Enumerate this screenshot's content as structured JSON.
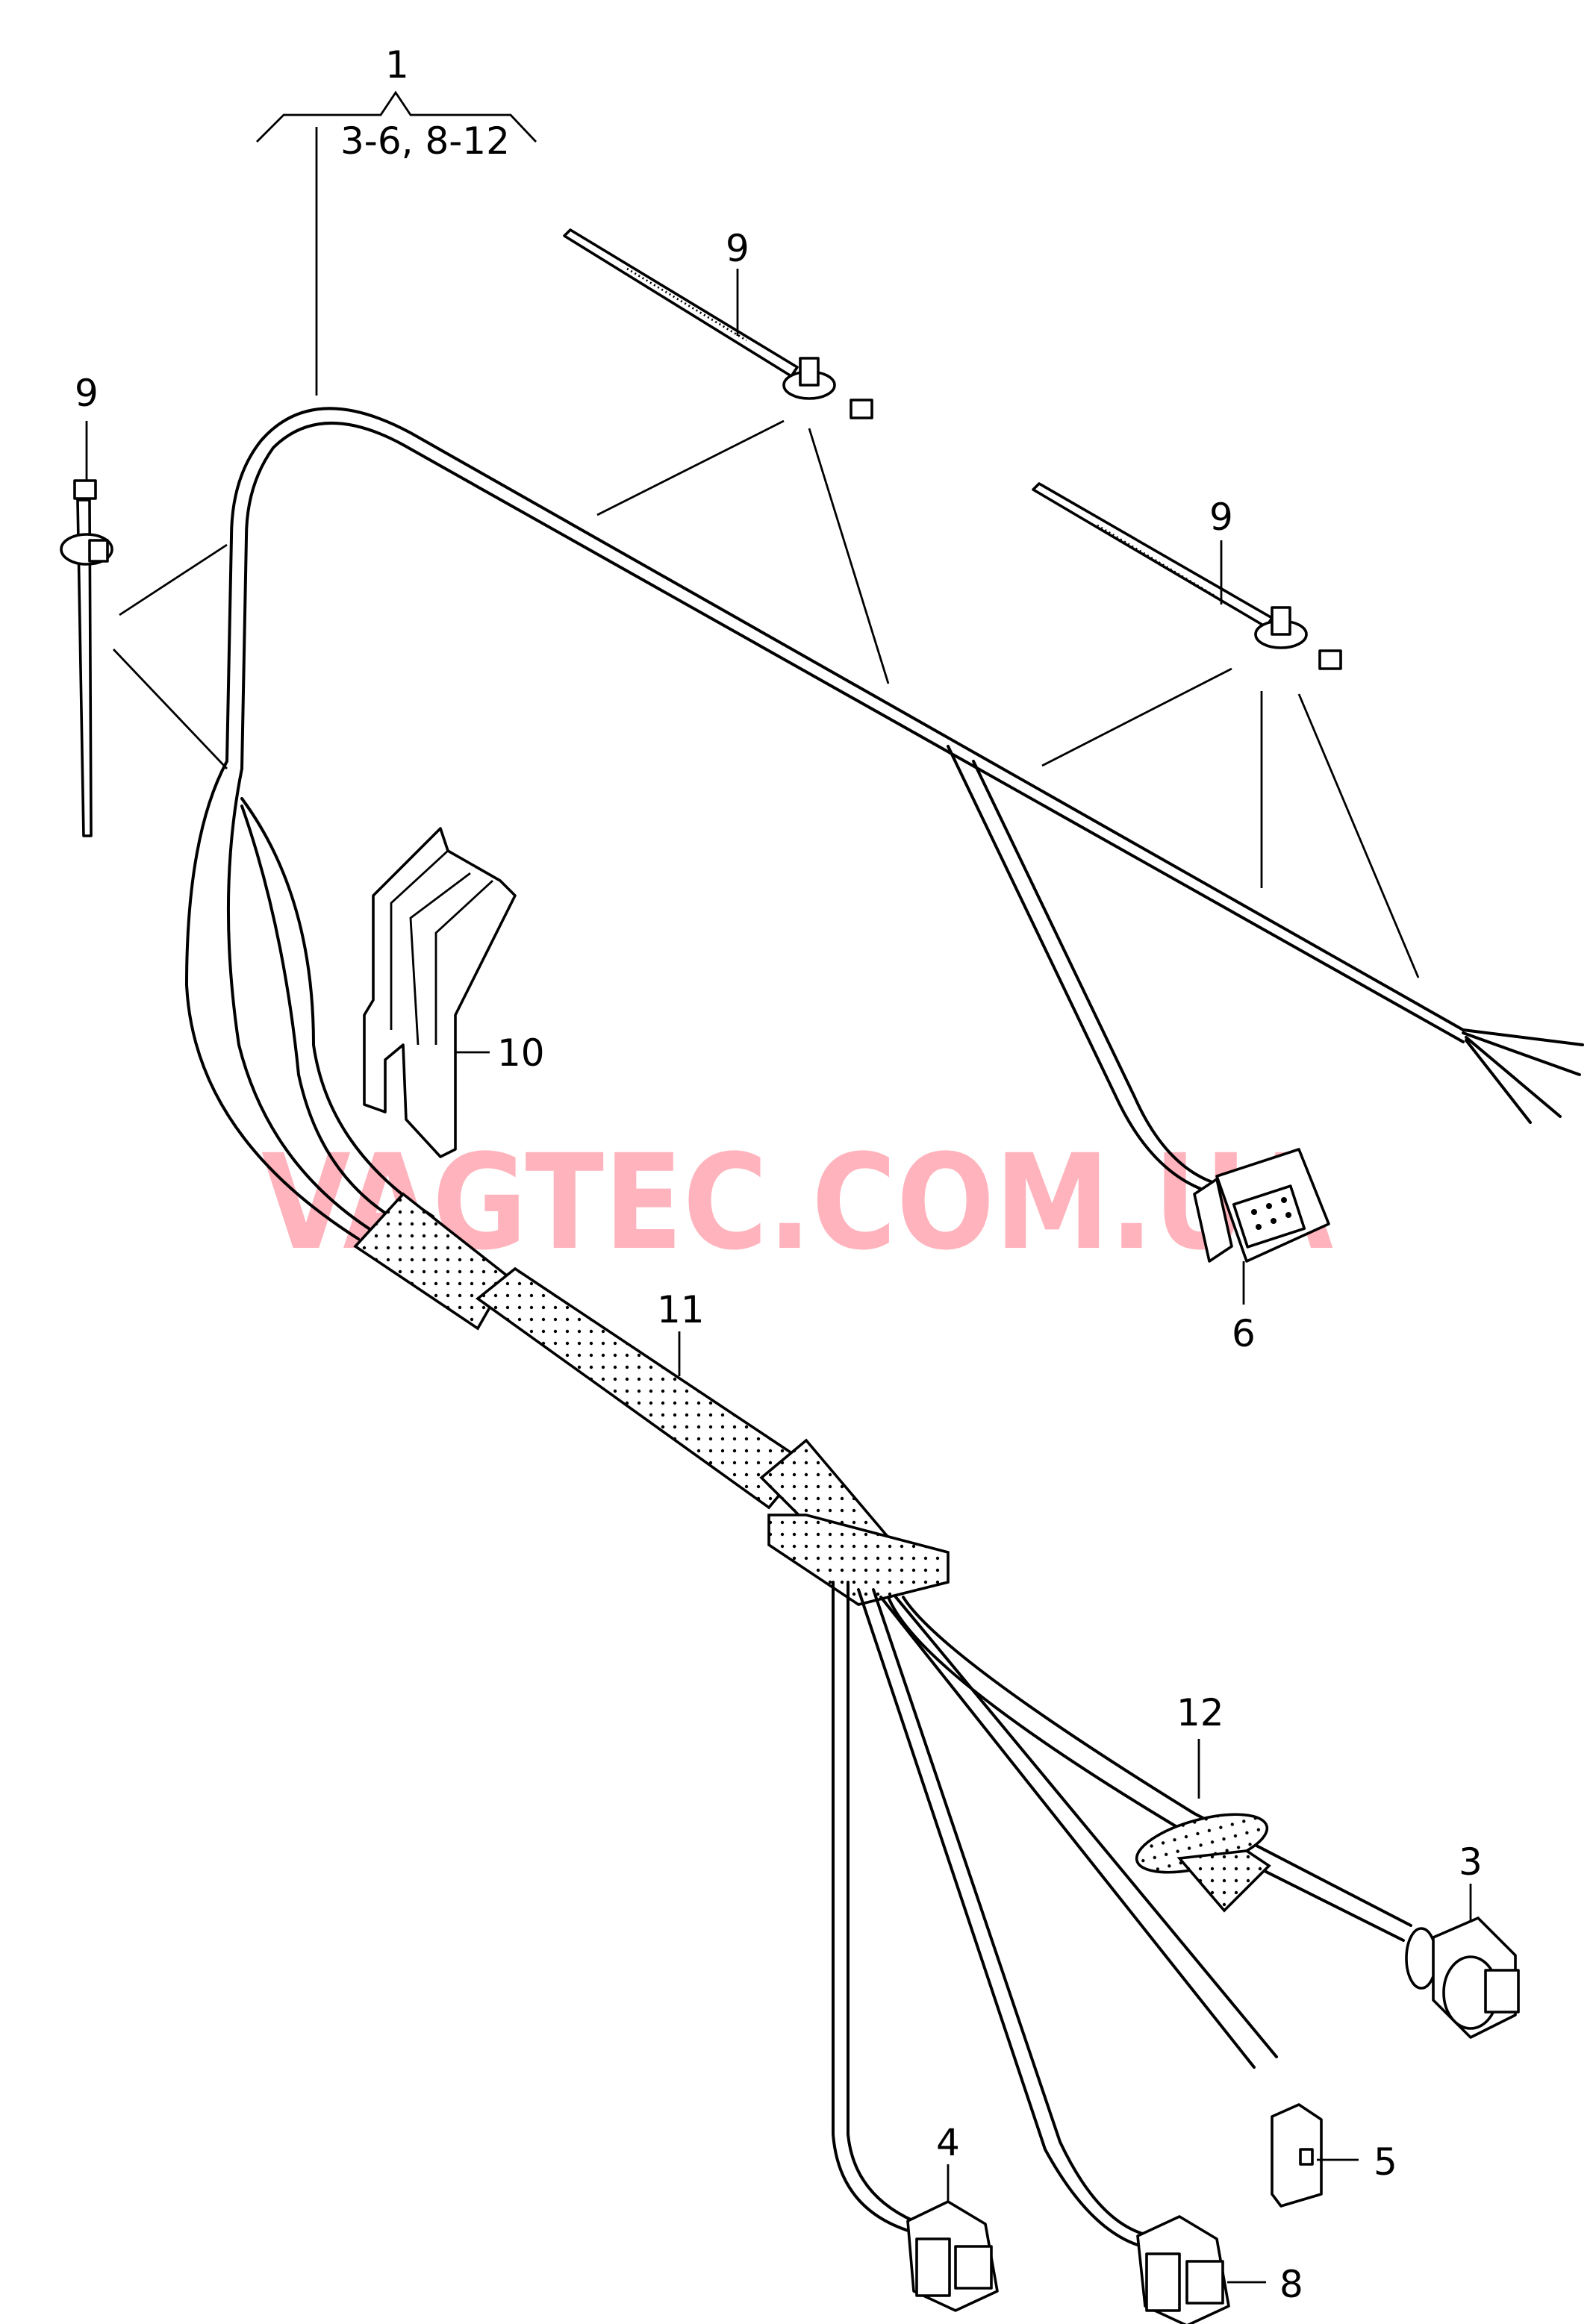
{
  "diagram": {
    "title_callout": {
      "number": "1",
      "range": "3-6, 8-12"
    },
    "callouts": [
      {
        "id": "9a",
        "text": "9"
      },
      {
        "id": "9b",
        "text": "9"
      },
      {
        "id": "9c",
        "text": "9"
      },
      {
        "id": "10",
        "text": "10"
      },
      {
        "id": "11",
        "text": "11"
      },
      {
        "id": "6",
        "text": "6"
      },
      {
        "id": "12",
        "text": "12"
      },
      {
        "id": "3",
        "text": "3"
      },
      {
        "id": "4",
        "text": "4"
      },
      {
        "id": "8",
        "text": "8"
      },
      {
        "id": "5",
        "text": "5"
      }
    ],
    "watermark": "VAGTEC.COM.UA",
    "colors": {
      "line": "#000000",
      "watermark": "#ff8c99"
    }
  }
}
